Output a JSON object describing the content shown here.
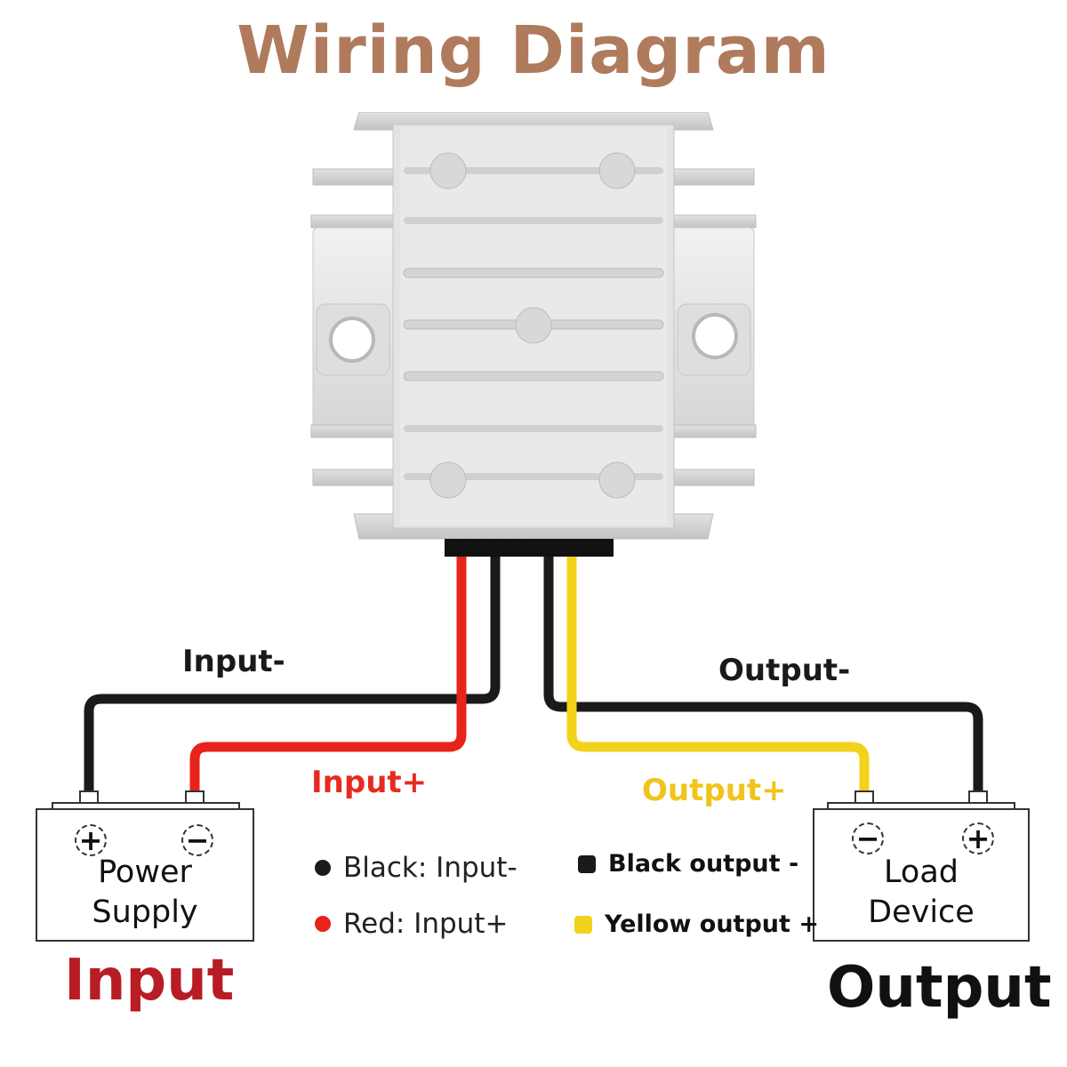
{
  "title": "Wiring Diagram",
  "colors": {
    "title": "#b07a5c",
    "wire_black": "#1a1a1a",
    "wire_red": "#e8231b",
    "wire_yellow": "#f2d21b",
    "input_text": "#b81c24",
    "output_text": "#111111",
    "label_red": "#e52b1f",
    "label_yellow": "#f0c419"
  },
  "wires": {
    "input_minus": "Input-",
    "input_plus": "Input+",
    "output_minus": "Output-",
    "output_plus": "Output+"
  },
  "input_box": {
    "line1": "Power",
    "line2": "Supply",
    "left_terminal": "+",
    "right_terminal": "−",
    "caption": "Input"
  },
  "output_box": {
    "line1": "Load",
    "line2": "Device",
    "left_terminal": "−",
    "right_terminal": "+",
    "caption": "Output"
  },
  "legend": {
    "black_input": "Black: Input-",
    "red_input": "Red: Input+",
    "black_output": "Black output -",
    "yellow_output": "Yellow output +"
  }
}
